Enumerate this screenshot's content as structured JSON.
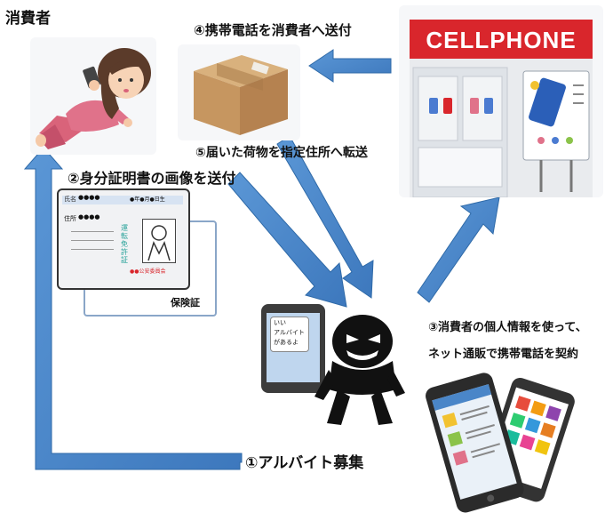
{
  "labels": {
    "consumer": "消費者",
    "step1": "①アルバイト募集",
    "step2": "②身分証明書の画像を送付",
    "step3_line1": "③消費者の個人情報を使って、",
    "step3_line2": "ネット通販で携帯電話を契約",
    "step4": "④携帯電話を消費者へ送付",
    "step5": "⑤届いた荷物を指定住所へ転送"
  },
  "store": {
    "sign": "CELLPHONE"
  },
  "id_card": {
    "name_label": "氏名",
    "name_value": "●●●●",
    "date_value": "●年●月●日生",
    "address_label": "住所",
    "address_value": "●●●●",
    "license_text": "運転免許証",
    "issuer": "●●公安委員会",
    "insurance_label": "保険証"
  },
  "phone_message": {
    "line1": "いい",
    "line2": "アルバイト",
    "line3": "があるよ"
  },
  "colors": {
    "arrow": "#4a86c8",
    "arrow_edge": "#2f6aa8",
    "sign_red": "#d9262c"
  }
}
